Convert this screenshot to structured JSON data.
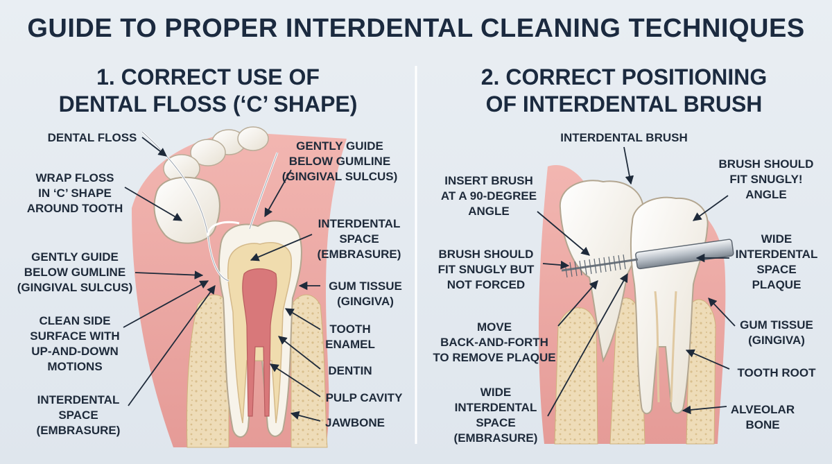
{
  "title": "GUIDE TO PROPER INTERDENTAL CLEANING TECHNIQUES",
  "panel1": {
    "heading": [
      "1. CORRECT USE OF",
      "DENTAL FLOSS (‘C’ SHAPE)"
    ],
    "labels": {
      "dental_floss": [
        "DENTAL FLOSS"
      ],
      "wrap_floss": [
        "WRAP FLOSS",
        "IN ‘C’ SHAPE",
        "AROUND TOOTH"
      ],
      "guide_left": [
        "GENTLY GUIDE",
        "BELOW GUMLINE",
        "(GINGIVAL SULCUS)"
      ],
      "clean_side": [
        "CLEAN SIDE",
        "SURFACE WITH",
        "UP-AND-DOWN",
        "MOTIONS"
      ],
      "interdental_left": [
        "INTERDENTAL",
        "SPACE",
        "(EMBRASURE)"
      ],
      "guide_top": [
        "GENTLY GUIDE",
        "BELOW GUMLINE",
        "(GINGIVAL SULCUS)"
      ],
      "interdental_right": [
        "INTERDENTAL",
        "SPACE",
        "(EMBRASURE)"
      ],
      "gum_tissue": [
        "GUM TISSUE",
        "(GINGIVA)"
      ],
      "tooth_enamel": [
        "TOOTH",
        "ENAMEL"
      ],
      "dentin": [
        "DENTIN"
      ],
      "pulp_cavity": [
        "PULP CAVITY"
      ],
      "jawbone": [
        "JAWBONE"
      ]
    }
  },
  "panel2": {
    "heading": [
      "2. CORRECT POSITIONING",
      "OF INTERDENTAL BRUSH"
    ],
    "labels": {
      "interdental_brush": [
        "INTERDENTAL BRUSH"
      ],
      "insert_brush": [
        "INSERT BRUSH",
        "AT A 90-DEGREE",
        "ANGLE"
      ],
      "fit_not_forced": [
        "BRUSH SHOULD",
        "FIT SNUGLY BUT",
        "NOT FORCED"
      ],
      "move": [
        "MOVE",
        "BACK-AND-FORTH",
        "TO REMOVE PLAQUE"
      ],
      "wide_left": [
        "WIDE",
        "INTERDENTAL",
        "SPACE",
        "(EMBRASURE)"
      ],
      "fit_angle": [
        "BRUSH SHOULD",
        "FIT SNUGLY!",
        "ANGLE"
      ],
      "wide_plaque": [
        "WIDE",
        "INTERDENTAL",
        "SPACE",
        "PLAQUE"
      ],
      "gum_tissue": [
        "GUM TISSUE",
        "(GINGIVA)"
      ],
      "tooth_root": [
        "TOOTH ROOT"
      ],
      "alveolar_bone": [
        "ALVEOLAR",
        "BONE"
      ]
    }
  },
  "colors": {
    "title": "#1b2a3f",
    "text": "#1e2a3a",
    "gum": "#e8a3a3",
    "enamel": "#f7f3ea",
    "dentin": "#f0dcae",
    "pulp": "#d8787a",
    "bone": "#eedcb8",
    "background": "#e4eaf0"
  }
}
